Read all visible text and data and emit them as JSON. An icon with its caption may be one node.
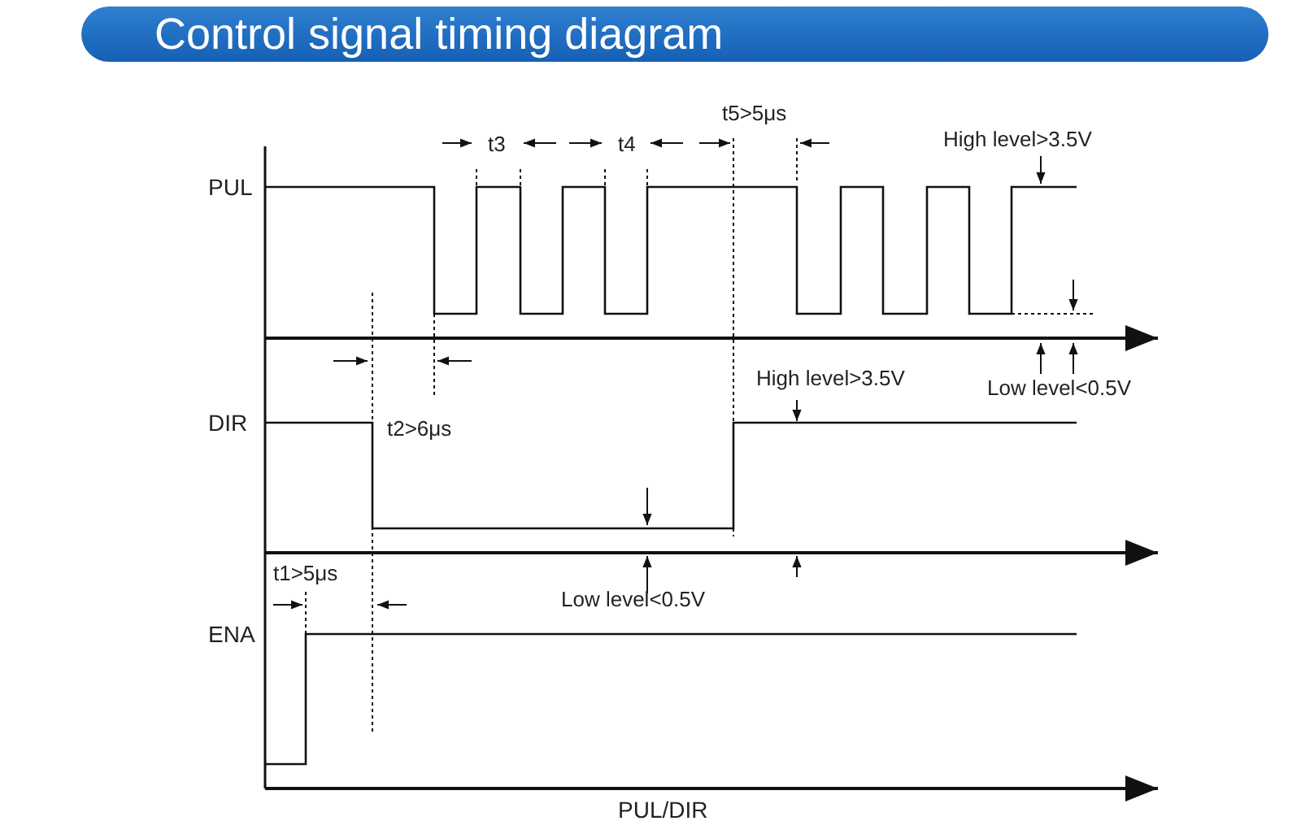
{
  "diagram": {
    "title": "Control signal timing diagram",
    "labels": [
      "t5>5μs",
      "t3",
      "t4",
      "High level>3.5V",
      "PUL",
      "DIR",
      "t2>6μs",
      "High level>3.5V",
      "Low level<0.5V",
      "Low level<0.5V",
      "t1>5μs",
      "ENA",
      "PUL/DIR"
    ]
  }
}
